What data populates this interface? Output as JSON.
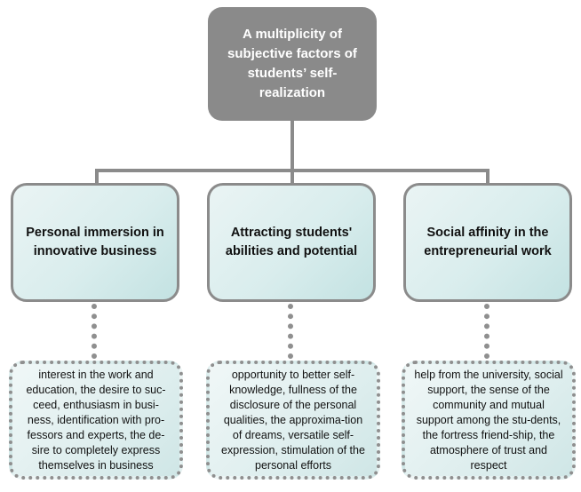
{
  "root": {
    "text": "A multiplicity of subjective factors of students’ self-realization"
  },
  "categories": [
    {
      "title": "Personal immersion in innovative business",
      "detail": "interest in the work and education, the desire to suc-ceed, enthusiasm in busi-ness, identification with pro-fessors and experts, the de-sire to completely express themselves in business"
    },
    {
      "title": "Attracting students' abilities and potential",
      "detail": "opportunity to better self-knowledge, fullness of the disclosure of the personal qualities, the approxima-tion of dreams, versatile self-expression, stimulation of the personal efforts"
    },
    {
      "title": "Social affinity in the entrepreneurial work",
      "detail": "help from the university, social support, the sense of the community and mutual support among the stu-dents, the fortress friend-ship, the atmosphere of trust and respect"
    }
  ],
  "colors": {
    "root_fill": "#8a8a8a",
    "box_border": "#8b8b8b",
    "box_fill_light": "#eaf4f4",
    "box_fill_dark": "#c3e2e2"
  }
}
